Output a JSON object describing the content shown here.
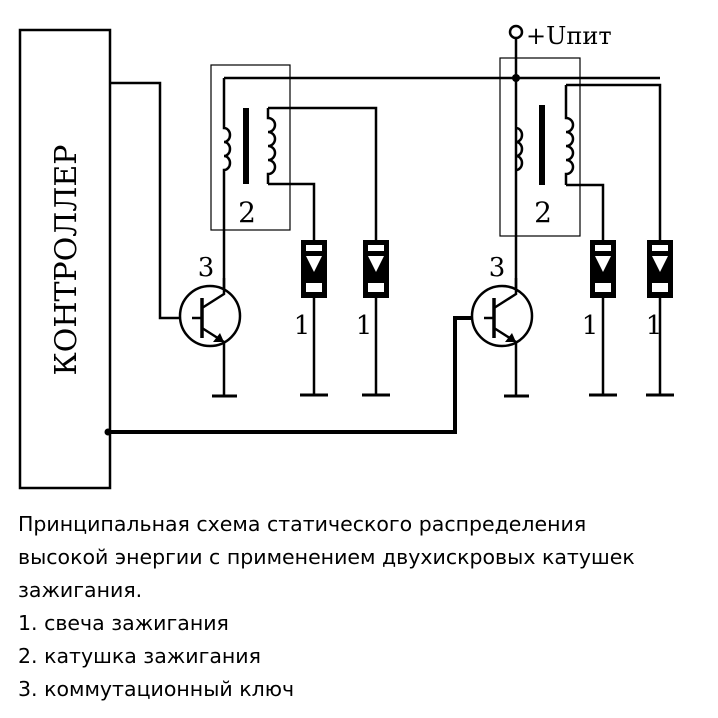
{
  "diagram": {
    "controller_label": "КОНТРОЛЛЕР",
    "supply_label": "+Uпит",
    "coil_label": "2",
    "switch_label": "3",
    "plug_label": "1"
  },
  "caption": {
    "title_lines": [
      "Принципальная схема статического распределения",
      "высокой энергии с применением двухискровых катушек",
      "зажигания."
    ],
    "legend": [
      "1. свеча зажигания",
      "2. катушка зажигания",
      "3. коммутационный ключ"
    ]
  }
}
